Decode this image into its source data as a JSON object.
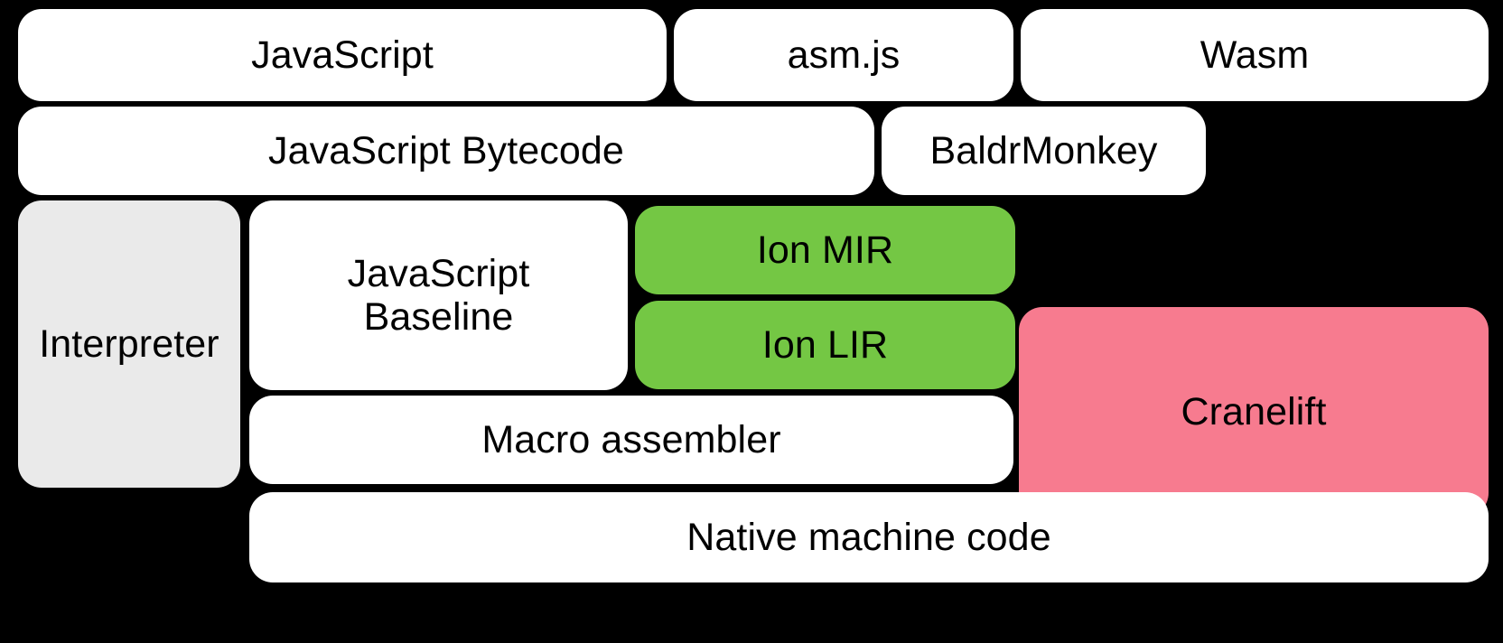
{
  "diagram": {
    "title": "SpiderMonkey compilation pipeline",
    "background_color": "#000000",
    "palette": {
      "white": "#ffffff",
      "gray": "#eaeaea",
      "green": "#74c744",
      "pink": "#f77b8f",
      "text": "#000000"
    },
    "rows": [
      {
        "name": "source-languages",
        "nodes": [
          {
            "id": "javascript",
            "label": "JavaScript",
            "fill": "white"
          },
          {
            "id": "asmjs",
            "label": "asm.js",
            "fill": "white"
          },
          {
            "id": "wasm",
            "label": "Wasm",
            "fill": "white"
          }
        ]
      },
      {
        "name": "front-end-representations",
        "nodes": [
          {
            "id": "js-bytecode",
            "label": "JavaScript Bytecode",
            "fill": "white"
          },
          {
            "id": "baldrmonkey",
            "label": "BaldrMonkey",
            "fill": "white"
          }
        ]
      },
      {
        "name": "execution-tiers",
        "nodes": [
          {
            "id": "interpreter",
            "label": "Interpreter",
            "fill": "gray"
          },
          {
            "id": "js-baseline",
            "label": "JavaScript\nBaseline",
            "fill": "white"
          },
          {
            "id": "ion-mir",
            "label": "Ion MIR",
            "fill": "green"
          },
          {
            "id": "ion-lir",
            "label": "Ion LIR",
            "fill": "green"
          },
          {
            "id": "cranelift",
            "label": "Cranelift",
            "fill": "pink"
          }
        ]
      },
      {
        "name": "code-emission",
        "nodes": [
          {
            "id": "macro-assembler",
            "label": "Macro assembler",
            "fill": "white"
          }
        ]
      },
      {
        "name": "output",
        "nodes": [
          {
            "id": "native-code",
            "label": "Native machine code",
            "fill": "white"
          }
        ]
      }
    ]
  },
  "labels": {
    "javascript": "JavaScript",
    "asmjs": "asm.js",
    "wasm": "Wasm",
    "js_bytecode": "JavaScript Bytecode",
    "baldrmonkey": "BaldrMonkey",
    "interpreter": "Interpreter",
    "js_baseline": "JavaScript\nBaseline",
    "ion_mir": "Ion MIR",
    "ion_lir": "Ion LIR",
    "cranelift": "Cranelift",
    "macro_assembler": "Macro assembler",
    "native_code": "Native machine code"
  }
}
